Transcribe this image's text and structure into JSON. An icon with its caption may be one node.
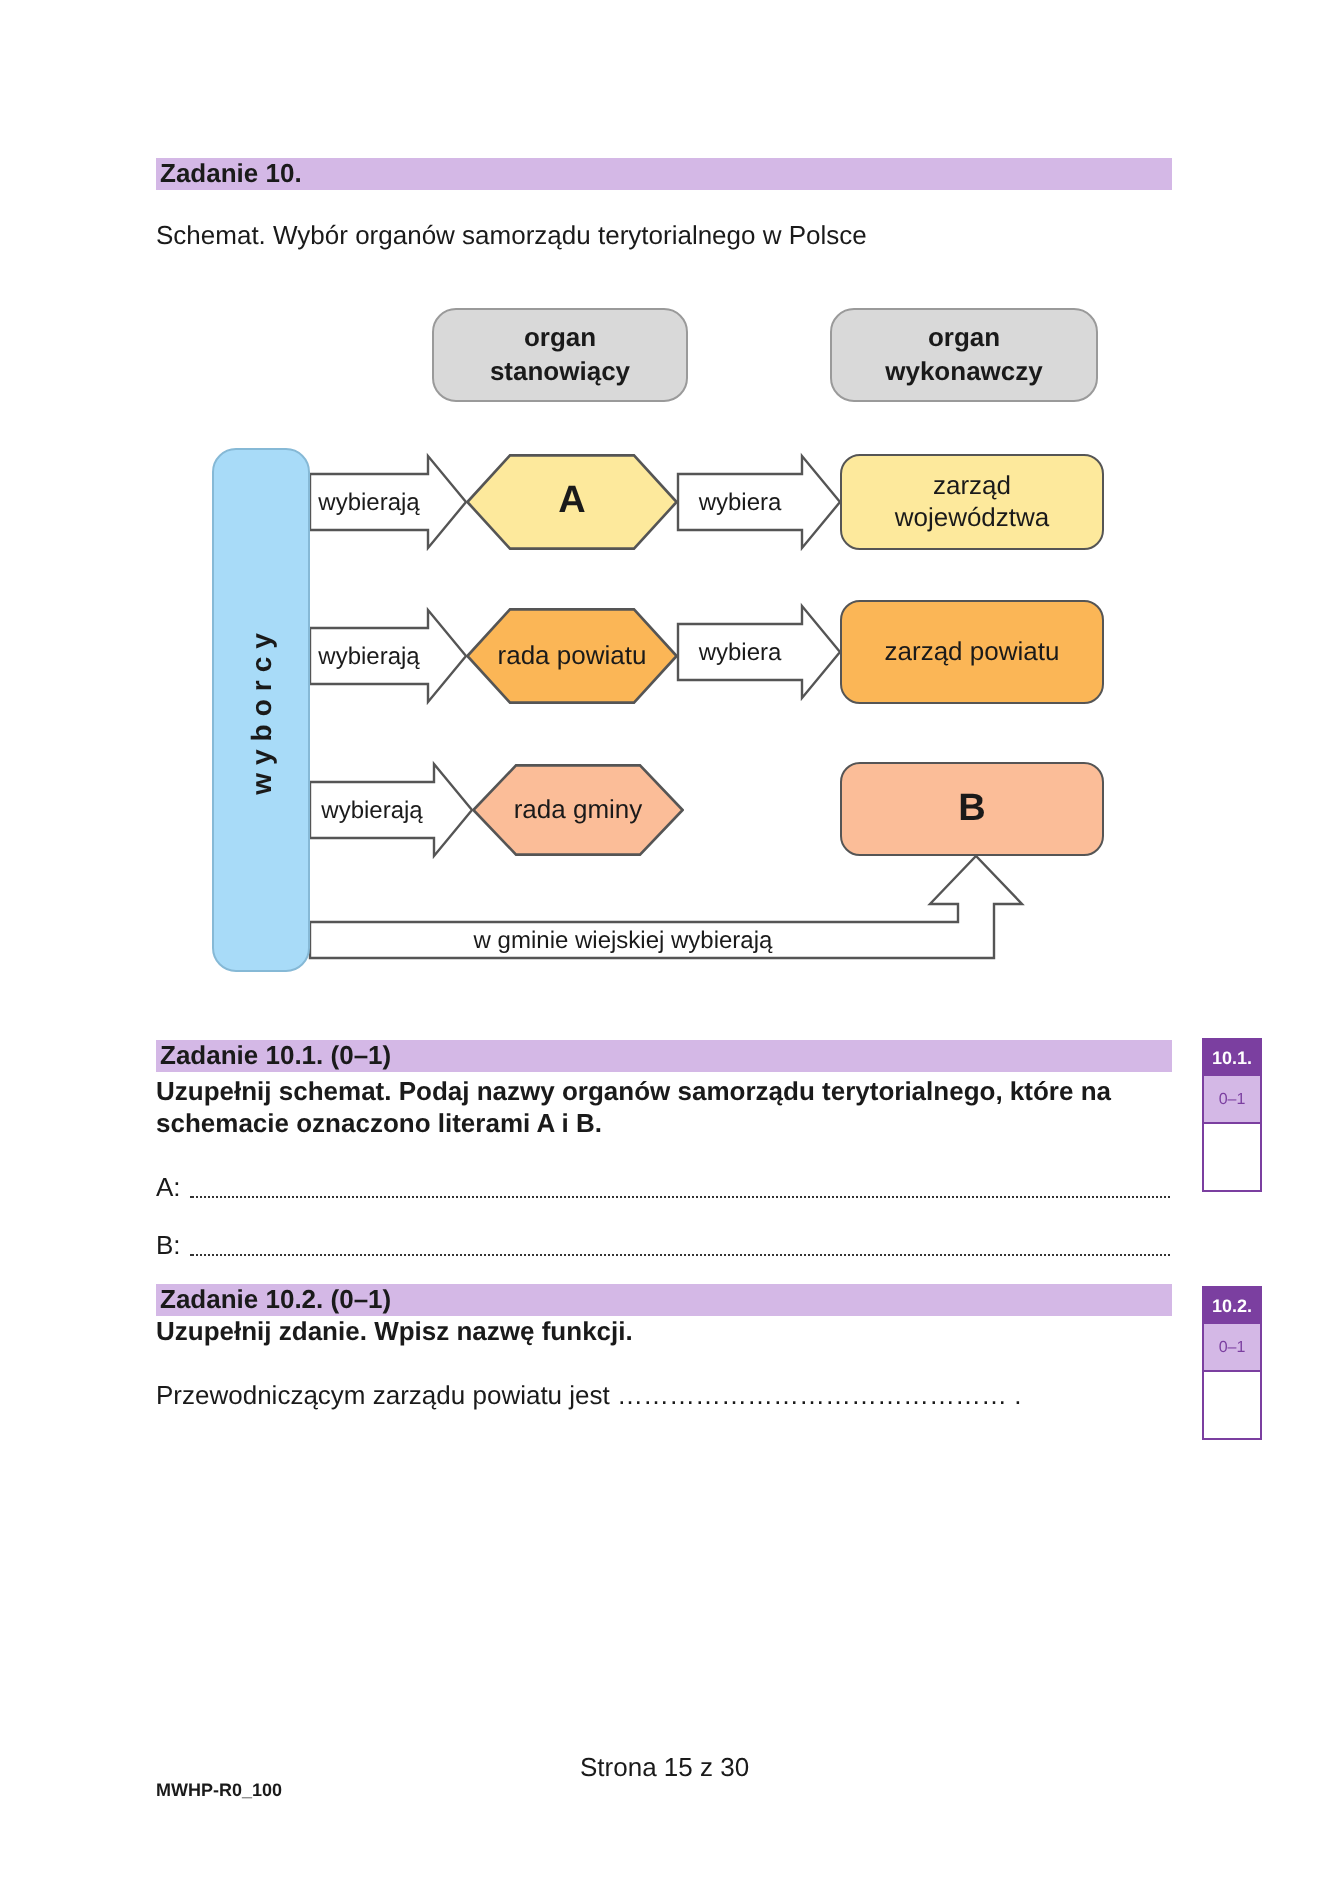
{
  "diagram": {
    "title": "Schemat. Wybór organów samorządu terytorialnego w Polsce",
    "nodes": [
      {
        "text": [
          "organ stanowiący"
        ]
      },
      {
        "text": [
          "organ wykonawczy"
        ]
      },
      {
        "text": [
          "wyborcy"
        ]
      },
      {
        "text": [
          "A"
        ]
      },
      {
        "text": [
          "zarząd województwa"
        ]
      },
      {
        "text": [
          "rada powiatu"
        ]
      },
      {
        "text": [
          "zarząd powiatu"
        ]
      },
      {
        "text": [
          "rada gminy"
        ]
      },
      {
        "text": [
          "B"
        ]
      }
    ],
    "edges": [
      {
        "from": 2,
        "to": 3,
        "arrow": "to",
        "label": "wybierają"
      },
      {
        "from": 3,
        "to": 4,
        "arrow": "to",
        "label": "wybiera"
      },
      {
        "from": 2,
        "to": 5,
        "arrow": "to",
        "label": "wybierają"
      },
      {
        "from": 5,
        "to": 6,
        "arrow": "to",
        "label": "wybiera"
      },
      {
        "from": 2,
        "to": 7,
        "arrow": "to",
        "label": "wybierają"
      },
      {
        "from": 2,
        "to": 8,
        "arrow": "to",
        "label": "w gminie wiejskiej wybierają"
      }
    ],
    "labels": [
      "Zadanie 10.",
      "Zadanie 10.1. (0–1)",
      "Uzupełnij schemat. Podaj nazwy organów samorządu terytorialnego, które na schemacie oznaczono literami A i B.",
      "10.1.",
      "0–1",
      "A:",
      "B:",
      "Zadanie 10.2. (0–1)",
      "Uzupełnij zdanie. Wpisz nazwę funkcji.",
      "10.2.",
      "0–1",
      "Przewodniczącym zarządu powiatu jest ……………………………………… .",
      "Strona 15 z 30",
      "MWHP-R0_100"
    ]
  }
}
